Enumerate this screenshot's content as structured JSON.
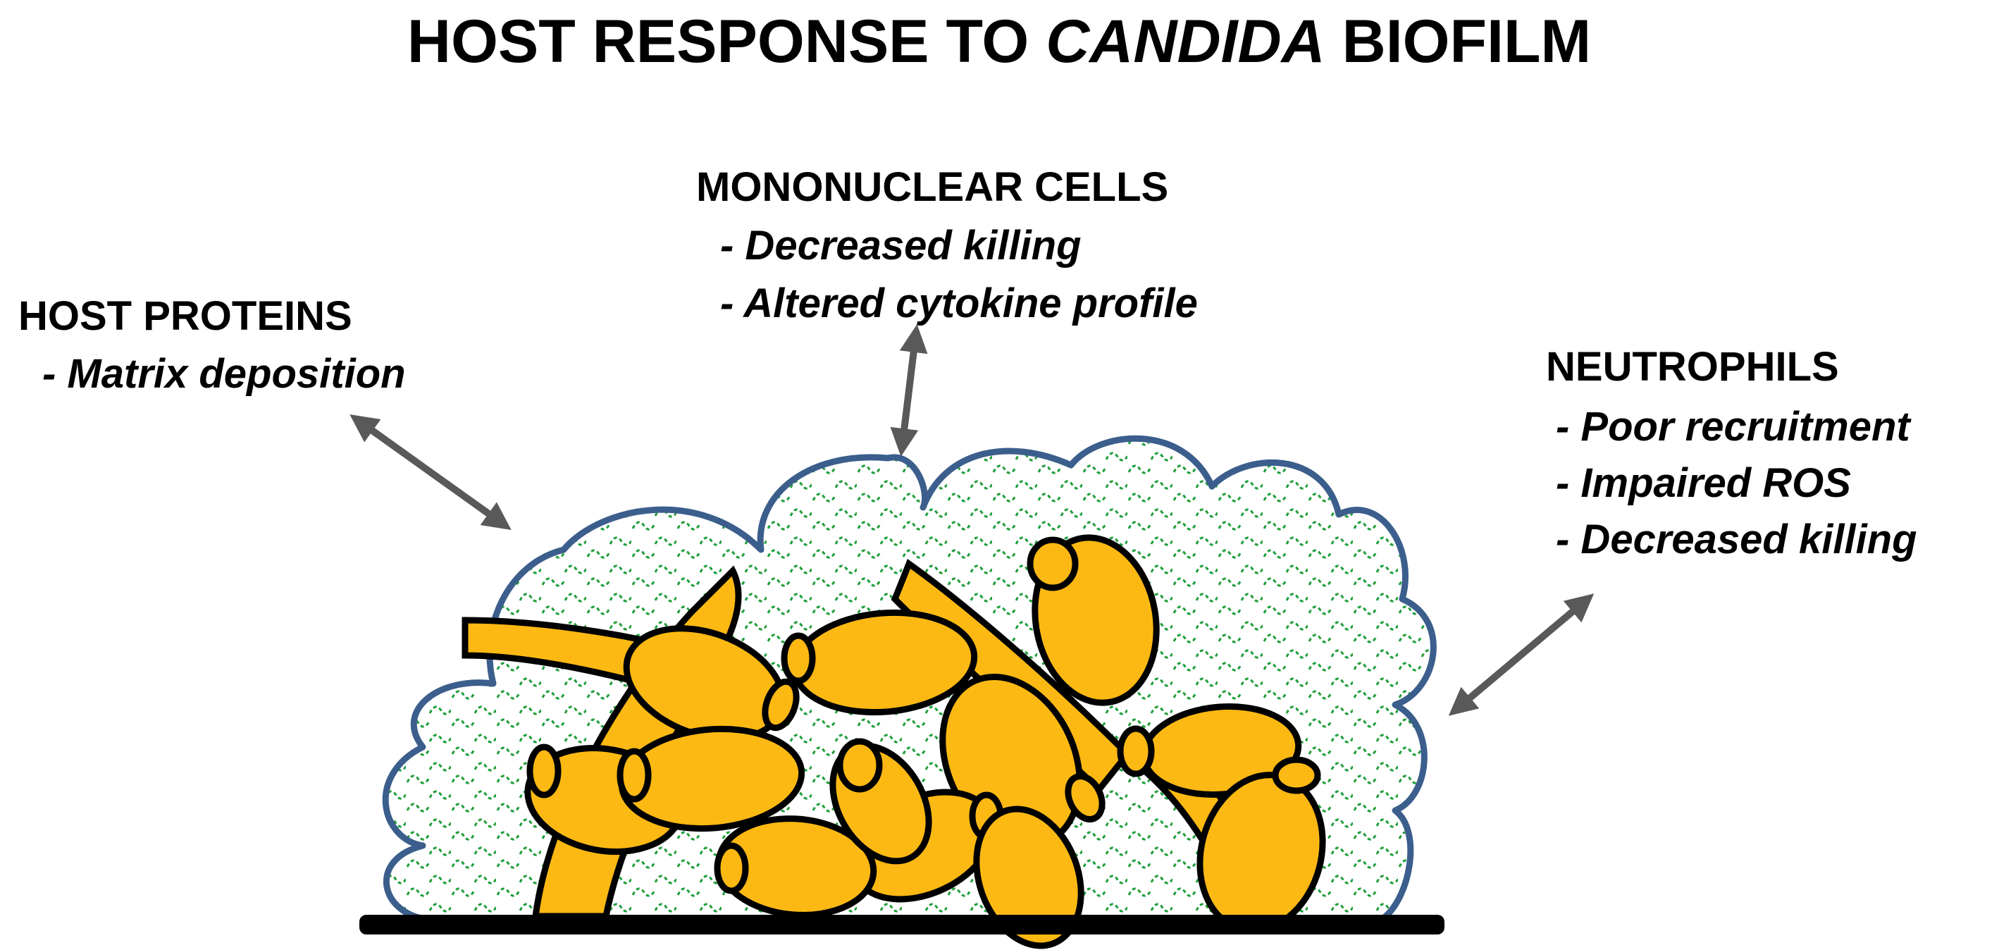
{
  "title": {
    "prefix": "HOST RESPONSE TO ",
    "italic": "CANDIDA",
    "suffix": " BIOFILM"
  },
  "groups": {
    "mononuclear": {
      "heading": "MONONUCLEAR CELLS",
      "items": [
        "- Decreased killing",
        "- Altered cytokine profile"
      ]
    },
    "host_proteins": {
      "heading": "HOST PROTEINS",
      "items": [
        "- Matrix deposition"
      ]
    },
    "neutrophils": {
      "heading": "NEUTROPHILS",
      "items": [
        "- Poor recruitment",
        "- Impaired ROS",
        "- Decreased killing"
      ]
    }
  },
  "colors": {
    "cell_fill": "#FDB913",
    "cell_outline": "#000000",
    "matrix_outline": "#3B5E8C",
    "matrix_pattern": "#1E9E3A",
    "arrow": "#595959",
    "surface": "#000000"
  }
}
